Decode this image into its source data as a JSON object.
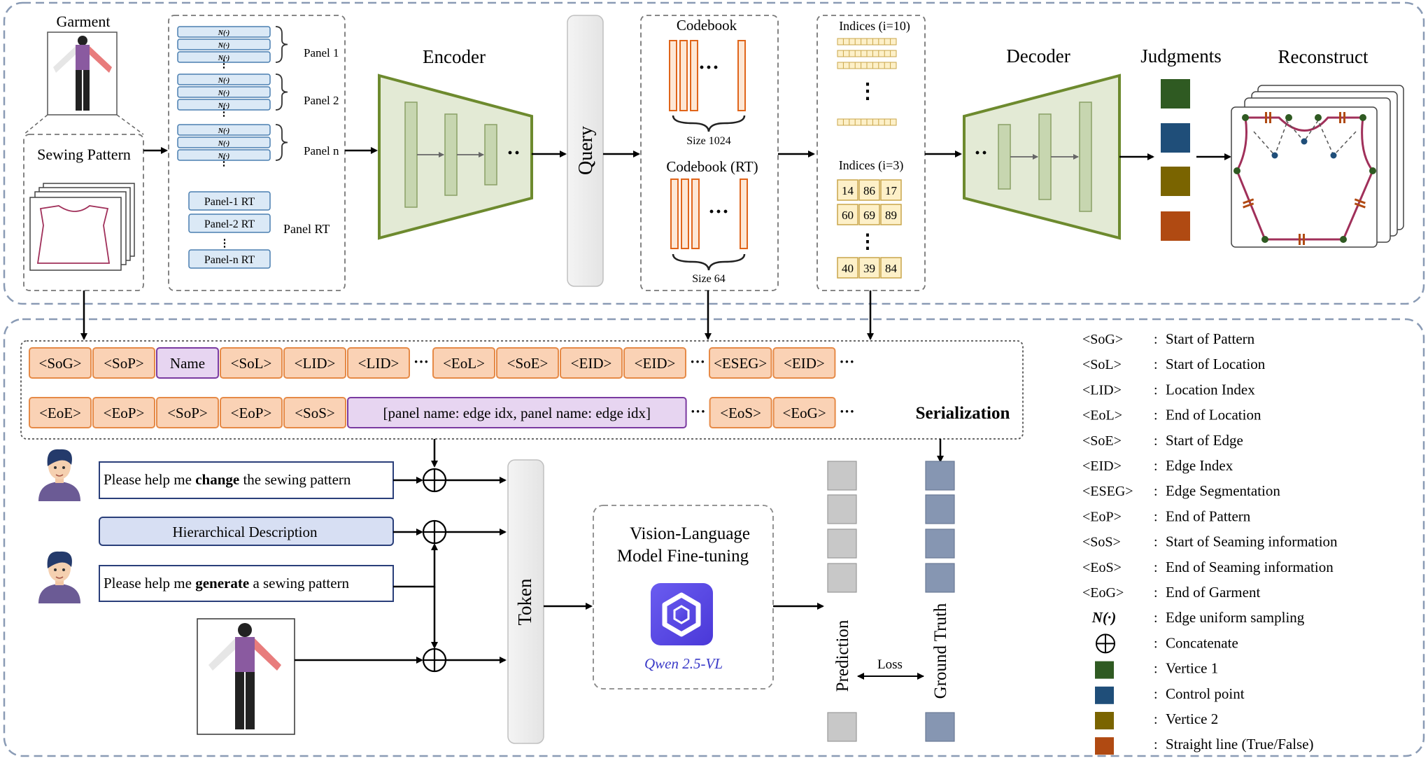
{
  "top": {
    "garment_label": "Garment",
    "sewing_pattern_label": "Sewing Pattern",
    "sampling_symbol": "N(·)",
    "panel_labels": [
      "Panel 1",
      "Panel 2",
      "Panel n"
    ],
    "rt_items": [
      "Panel-1 RT",
      "Panel-2 RT",
      "Panel-n RT"
    ],
    "panel_rt_label": "Panel RT",
    "encoder_label": "Encoder",
    "query_label": "Query",
    "codebook_label": "Codebook",
    "codebook_size": "Size 1024",
    "codebook_rt_label": "Codebook (RT)",
    "codebook_rt_size": "Size 64",
    "indices_10_label": "Indices (i=10)",
    "indices_3_label": "Indices (i=3)",
    "indices_3_rows": [
      [
        "14",
        "86",
        "17"
      ],
      [
        "60",
        "69",
        "89"
      ],
      [
        "40",
        "39",
        "84"
      ]
    ],
    "decoder_label": "Decoder",
    "judgments_label": "Judgments",
    "judgment_colors": [
      "#2f5a22",
      "#1f4e79",
      "#7a6400",
      "#b04a12"
    ],
    "reconstruct_label": "Reconstruct"
  },
  "bottom": {
    "serialization_row1": [
      {
        "text": "<SoG>",
        "kind": "token"
      },
      {
        "text": "<SoP>",
        "kind": "token"
      },
      {
        "text": "Name",
        "kind": "name"
      },
      {
        "text": "<SoL>",
        "kind": "token"
      },
      {
        "text": "<LID>",
        "kind": "token"
      },
      {
        "text": "<LID>",
        "kind": "token"
      },
      {
        "text": "···",
        "kind": "dots"
      },
      {
        "text": "<EoL>",
        "kind": "token"
      },
      {
        "text": "<SoE>",
        "kind": "token"
      },
      {
        "text": "<EID>",
        "kind": "token"
      },
      {
        "text": "<EID>",
        "kind": "token"
      },
      {
        "text": "···",
        "kind": "dots"
      },
      {
        "text": "<ESEG>",
        "kind": "token"
      },
      {
        "text": "<EID>",
        "kind": "token"
      },
      {
        "text": "···",
        "kind": "dots"
      }
    ],
    "serialization_row2": [
      {
        "text": "<EoE>",
        "kind": "token"
      },
      {
        "text": "<EoP>",
        "kind": "token"
      },
      {
        "text": "<SoP>",
        "kind": "token"
      },
      {
        "text": "<EoP>",
        "kind": "token"
      },
      {
        "text": "<SoS>",
        "kind": "token"
      },
      {
        "text": "[panel name: edge idx, panel name: edge idx]",
        "kind": "name"
      },
      {
        "text": "···",
        "kind": "dots"
      },
      {
        "text": "<EoS>",
        "kind": "token"
      },
      {
        "text": "<EoG>",
        "kind": "token"
      },
      {
        "text": "···",
        "kind": "dots"
      }
    ],
    "serialization_label": "Serialization",
    "prompt_change_pre": "Please help me ",
    "prompt_change_bold": "change",
    "prompt_change_post": " the sewing pattern",
    "hierarchical_description": "Hierarchical Description",
    "prompt_generate_pre": "Please help me ",
    "prompt_generate_bold": "generate",
    "prompt_generate_post": " a sewing pattern",
    "token_label": "Token",
    "vlm_title_line1": "Vision-Language",
    "vlm_title_line2": "Model Fine-tuning",
    "vlm_model": "Qwen 2.5-VL",
    "prediction_label": "Prediction",
    "ground_truth_label": "Ground Truth",
    "loss_label": "Loss"
  },
  "legend": [
    {
      "key": "<SoG>",
      "desc": "Start of Pattern"
    },
    {
      "key": "<SoL>",
      "desc": "Start of Location"
    },
    {
      "key": "<LID>",
      "desc": "Location Index"
    },
    {
      "key": "<EoL>",
      "desc": "End of Location"
    },
    {
      "key": "<SoE>",
      "desc": "Start of  Edge"
    },
    {
      "key": "<EID>",
      "desc": "Edge Index"
    },
    {
      "key": "<ESEG>",
      "desc": "Edge Segmentation"
    },
    {
      "key": "<EoP>",
      "desc": "End of Pattern"
    },
    {
      "key": "<SoS>",
      "desc": "Start of Seaming information"
    },
    {
      "key": "<EoS>",
      "desc": "End of Seaming information"
    },
    {
      "key": "<EoG>",
      "desc": "End of Garment"
    },
    {
      "key": "N(·)",
      "desc": "Edge uniform sampling"
    },
    {
      "key": "⊕",
      "desc": "Concatenate"
    },
    {
      "key": "#2f5a22",
      "desc": "Vertice 1"
    },
    {
      "key": "#1f4e79",
      "desc": "Control point"
    },
    {
      "key": "#7a6400",
      "desc": "Vertice 2"
    },
    {
      "key": "#b04a12",
      "desc": "Straight line (True/False)"
    }
  ],
  "legend_separator": ":"
}
